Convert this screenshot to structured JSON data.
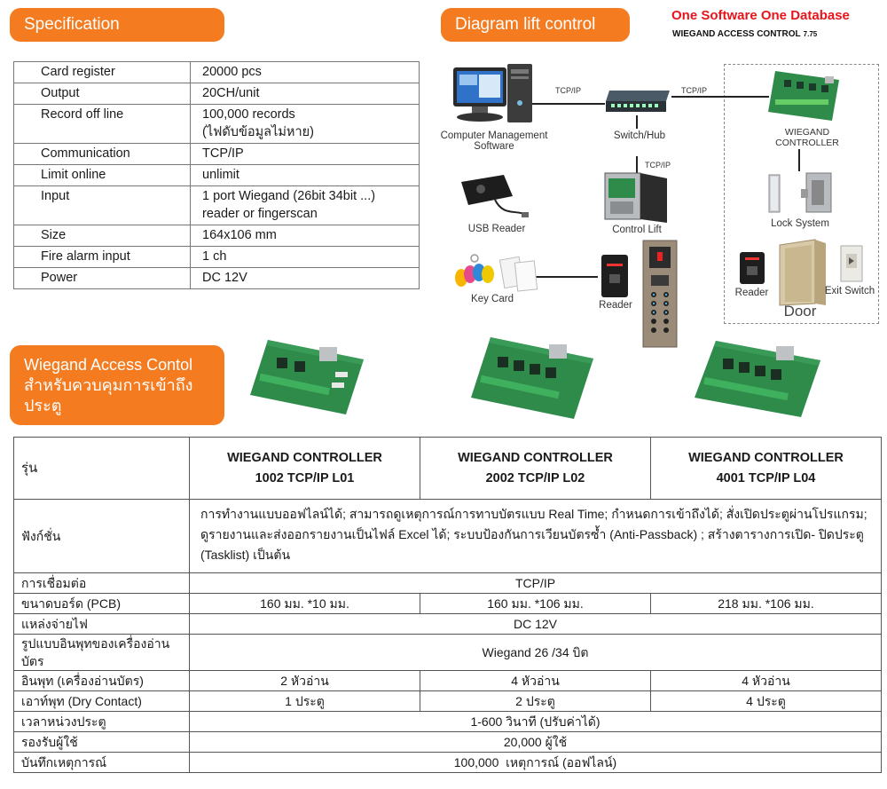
{
  "headers": {
    "specification": "Specification",
    "diagram": "Diagram lift control",
    "wiegand_line1": "Wiegand Access Contol",
    "wiegand_line2": "สำหรับควบคุมการเข้าถึงประตู"
  },
  "brand": {
    "title": "One Software One Database",
    "subtitle": "WIEGAND ACCESS CONTROL",
    "version": "7.75"
  },
  "spec": [
    {
      "label": "Card register",
      "value": "20000 pcs"
    },
    {
      "label": "Output",
      "value": "20CH/unit"
    },
    {
      "label": "Record off line",
      "value": "100,000 records",
      "value2": "(ไฟดับข้อมูลไม่หาย)"
    },
    {
      "label": "Communication",
      "value": "TCP/IP"
    },
    {
      "label": "Limit online",
      "value": "unlimit"
    },
    {
      "label": "Input",
      "value": "1 port Wiegand (26bit 34bit ...)",
      "value2": "reader or fingerscan"
    },
    {
      "label": "Size",
      "value": "164x106 mm"
    },
    {
      "label": "Fire alarm input",
      "value": "1 ch"
    },
    {
      "label": "Power",
      "value": "DC 12V"
    }
  ],
  "diagram": {
    "computer_l1": "Computer Management",
    "computer_l2": "Software",
    "switch": "Switch/Hub",
    "tcp1": "TCP/IP",
    "tcp2": "TCP/IP",
    "tcp3": "TCP/IP",
    "controller_l1": "WIEGAND",
    "controller_l2": "CONTROLLER",
    "usb_reader": "USB Reader",
    "control_lift": "Control Lift",
    "lock_system": "Lock System",
    "key_card": "Key Card",
    "reader_mid": "Reader",
    "reader_right": "Reader",
    "exit_switch": "Exit Switch",
    "door": "Door"
  },
  "table": {
    "model_label": "รุ่น",
    "models": [
      {
        "line1": "WIEGAND CONTROLLER",
        "line2": "1002 TCP/IP L01"
      },
      {
        "line1": "WIEGAND CONTROLLER",
        "line2": "2002 TCP/IP L02"
      },
      {
        "line1": "WIEGAND CONTROLLER",
        "line2": "4001 TCP/IP L04"
      }
    ],
    "function_label": "ฟังก์ชั่น",
    "function_text": "การทำงานแบบออฟไลน์ได้; สามารถดูเหตุการณ์การทาบบัตรแบบ Real Time; กำหนดการเข้าถึงได้; สั่งเปิดประตูผ่านโปรแกรม; ดูรายงานและส่งออกรายงานเป็นไฟล์ Excel ได้; ระบบป้องกันการเวียนบัตรซ้ำ (Anti-Passback) ; สร้างตารางการเปิด- ปิดประตู (Tasklist) เป็นต้น",
    "connection_label": "การเชื่อมต่อ",
    "connection": "TCP/IP",
    "pcb_label": "ขนาดบอร์ด (PCB)",
    "pcb": [
      "160 มม. *10 มม.",
      "160 มม. *106 มม.",
      "218 มม. *106 มม."
    ],
    "power_label": "แหล่งจ่ายไฟ",
    "power": "DC 12V",
    "reader_input_label": "รูปแบบอินพุทของเครื่องอ่านบัตร",
    "reader_input": "Wiegand 26 /34 บิต",
    "input_label": "อินพุท (เครื่องอ่านบัตร)",
    "input": [
      "2 หัวอ่าน",
      "4 หัวอ่าน",
      "4 หัวอ่าน"
    ],
    "output_label": "เอาท์พุท (Dry Contact)",
    "output": [
      "1 ประตู",
      "2 ประตู",
      "4 ประตู"
    ],
    "delay_label": "เวลาหน่วงประตู",
    "delay": "1-600 วินาที (ปรับค่าได้)",
    "users_label": "รองรับผู้ใช้",
    "users": "20,000 ผู้ใช้",
    "records_label": "บันทึกเหตุการณ์",
    "records": "100,000  เหตุการณ์ (ออฟไลน์)"
  },
  "colors": {
    "accent_orange": "#f47b20",
    "brand_red": "#e8141c",
    "pcb_green": "#2e8b4a"
  }
}
